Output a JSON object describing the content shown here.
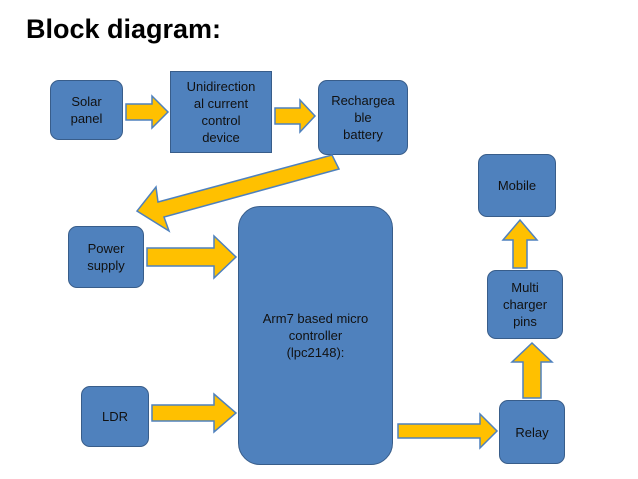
{
  "title": "Block diagram:",
  "blocks": {
    "solar_panel": "Solar\npanel",
    "unidirectional": "Unidirection\nal current\ncontrol\ndevice",
    "battery": "Rechargea\nble\nbattery",
    "power_supply": "Power\nsupply",
    "ldr": "LDR",
    "controller": "Arm7 based micro\ncontroller\n(lpc2148):",
    "mobile": "Mobile",
    "charger_pins": "Multi\ncharger\npins",
    "relay": "Relay"
  },
  "colors": {
    "box_fill": "#4f81bd",
    "box_border": "#385d8a",
    "arrow_fill": "#ffc000",
    "arrow_border": "#4f81bd"
  }
}
